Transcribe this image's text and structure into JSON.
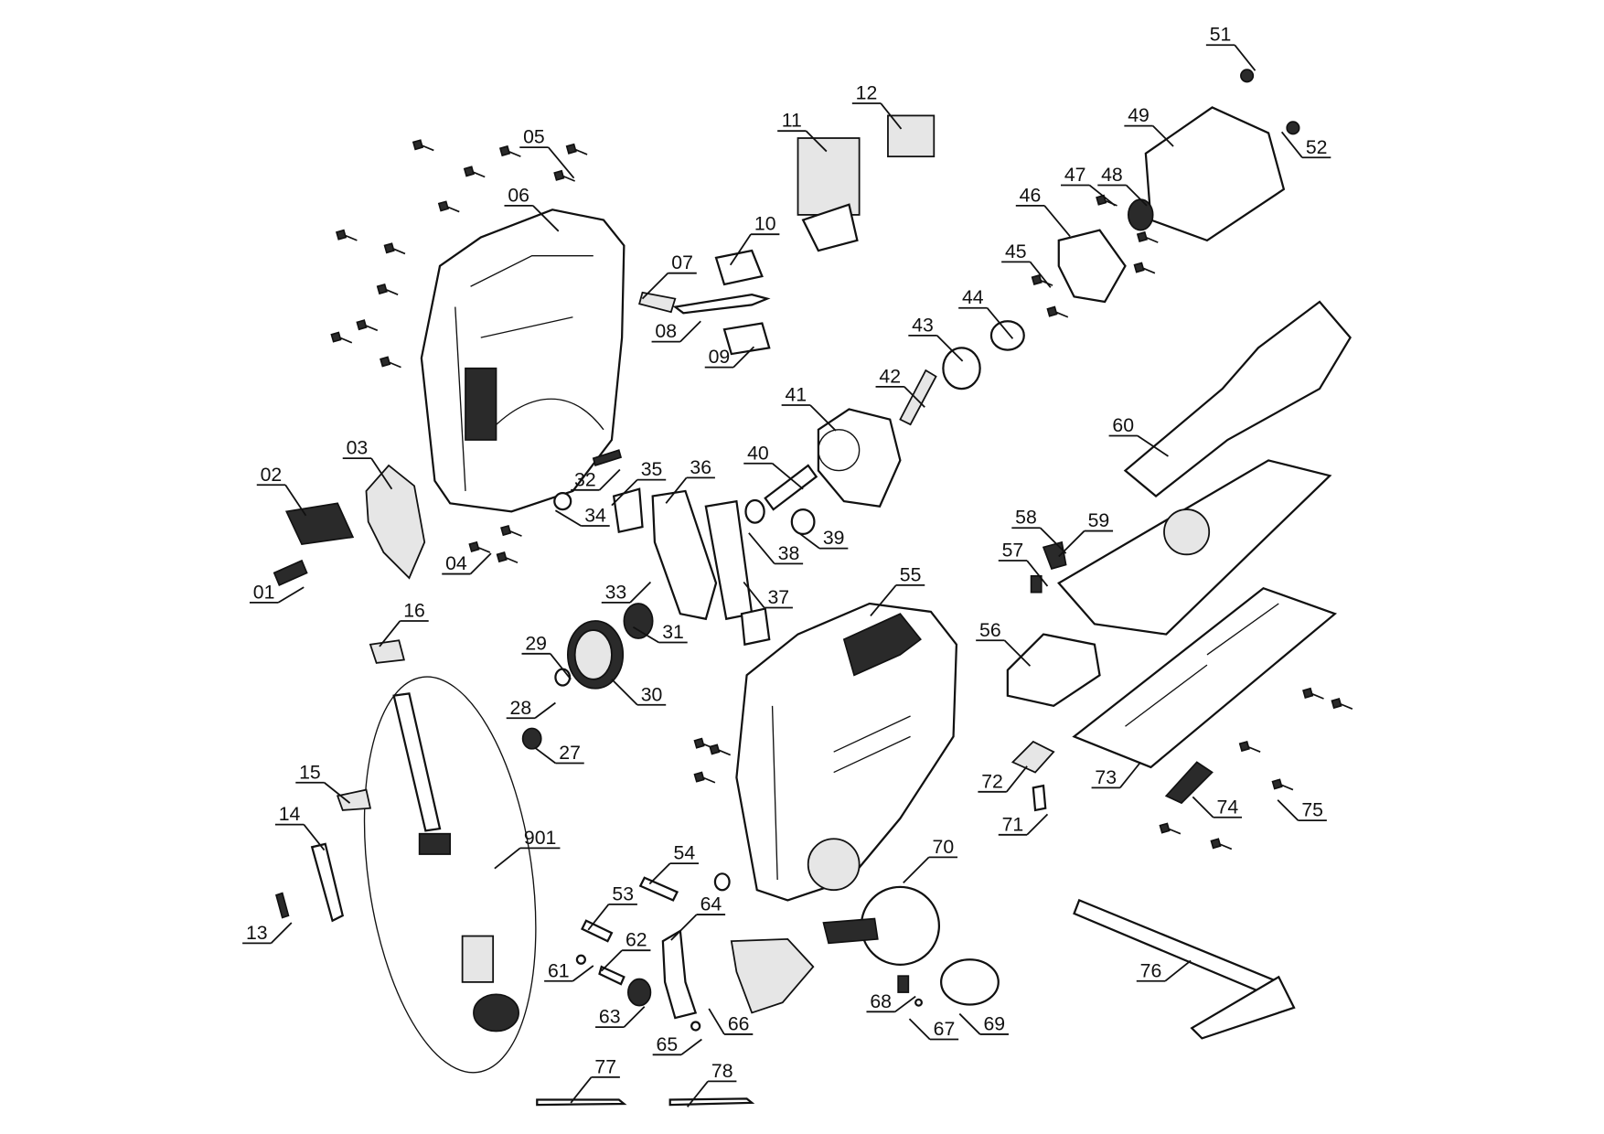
{
  "diagram": {
    "type": "exploded-parts-view",
    "part_labels": [
      "51",
      "52",
      "49",
      "12",
      "11",
      "05",
      "06",
      "47",
      "48",
      "46",
      "10",
      "07",
      "45",
      "44",
      "08",
      "09",
      "43",
      "42",
      "41",
      "60",
      "03",
      "40",
      "36",
      "35",
      "32",
      "02",
      "34",
      "58",
      "59",
      "38",
      "39",
      "04",
      "57",
      "55",
      "33",
      "37",
      "01",
      "16",
      "31",
      "56",
      "29",
      "30",
      "28",
      "27",
      "72",
      "73",
      "15",
      "74",
      "75",
      "14",
      "71",
      "901",
      "70",
      "54",
      "64",
      "53",
      "13",
      "62",
      "76",
      "61",
      "63",
      "66",
      "68",
      "67",
      "69",
      "65",
      "77",
      "78"
    ]
  }
}
